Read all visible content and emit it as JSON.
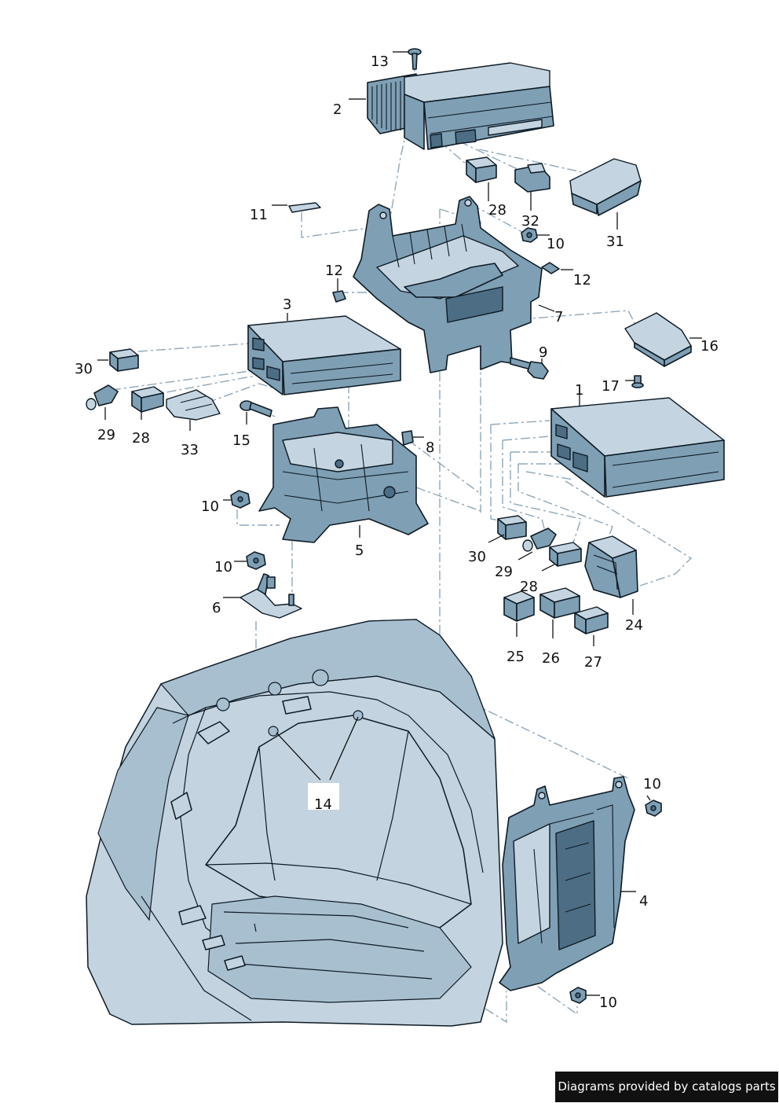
{
  "callouts": {
    "c13": "13",
    "c2": "2",
    "c11": "11",
    "c28a": "28",
    "c32": "32",
    "c10a": "10",
    "c31": "31",
    "c12a": "12",
    "c12b": "12",
    "c3": "3",
    "c7": "7",
    "c9": "9",
    "c16": "16",
    "c30a": "30",
    "c17": "17",
    "c1": "1",
    "c29a": "29",
    "c28b": "28",
    "c33": "33",
    "c15": "15",
    "c8": "8",
    "c10b": "10",
    "c5": "5",
    "c30b": "30",
    "c29b": "29",
    "c28c": "28",
    "c10c": "10",
    "c24": "24",
    "c6": "6",
    "c25": "25",
    "c26": "26",
    "c27": "27",
    "c14": "14",
    "c10d": "10",
    "c4": "4",
    "c10e": "10"
  },
  "footer": {
    "text": "Diagrams provided by catalogs parts"
  },
  "colors": {
    "part_fill": "#7f9fb4",
    "part_light": "#c4d5e1",
    "trunk_fill": "#c3d4e0",
    "outline": "#0d1a24",
    "footer_bg": "#111111"
  }
}
